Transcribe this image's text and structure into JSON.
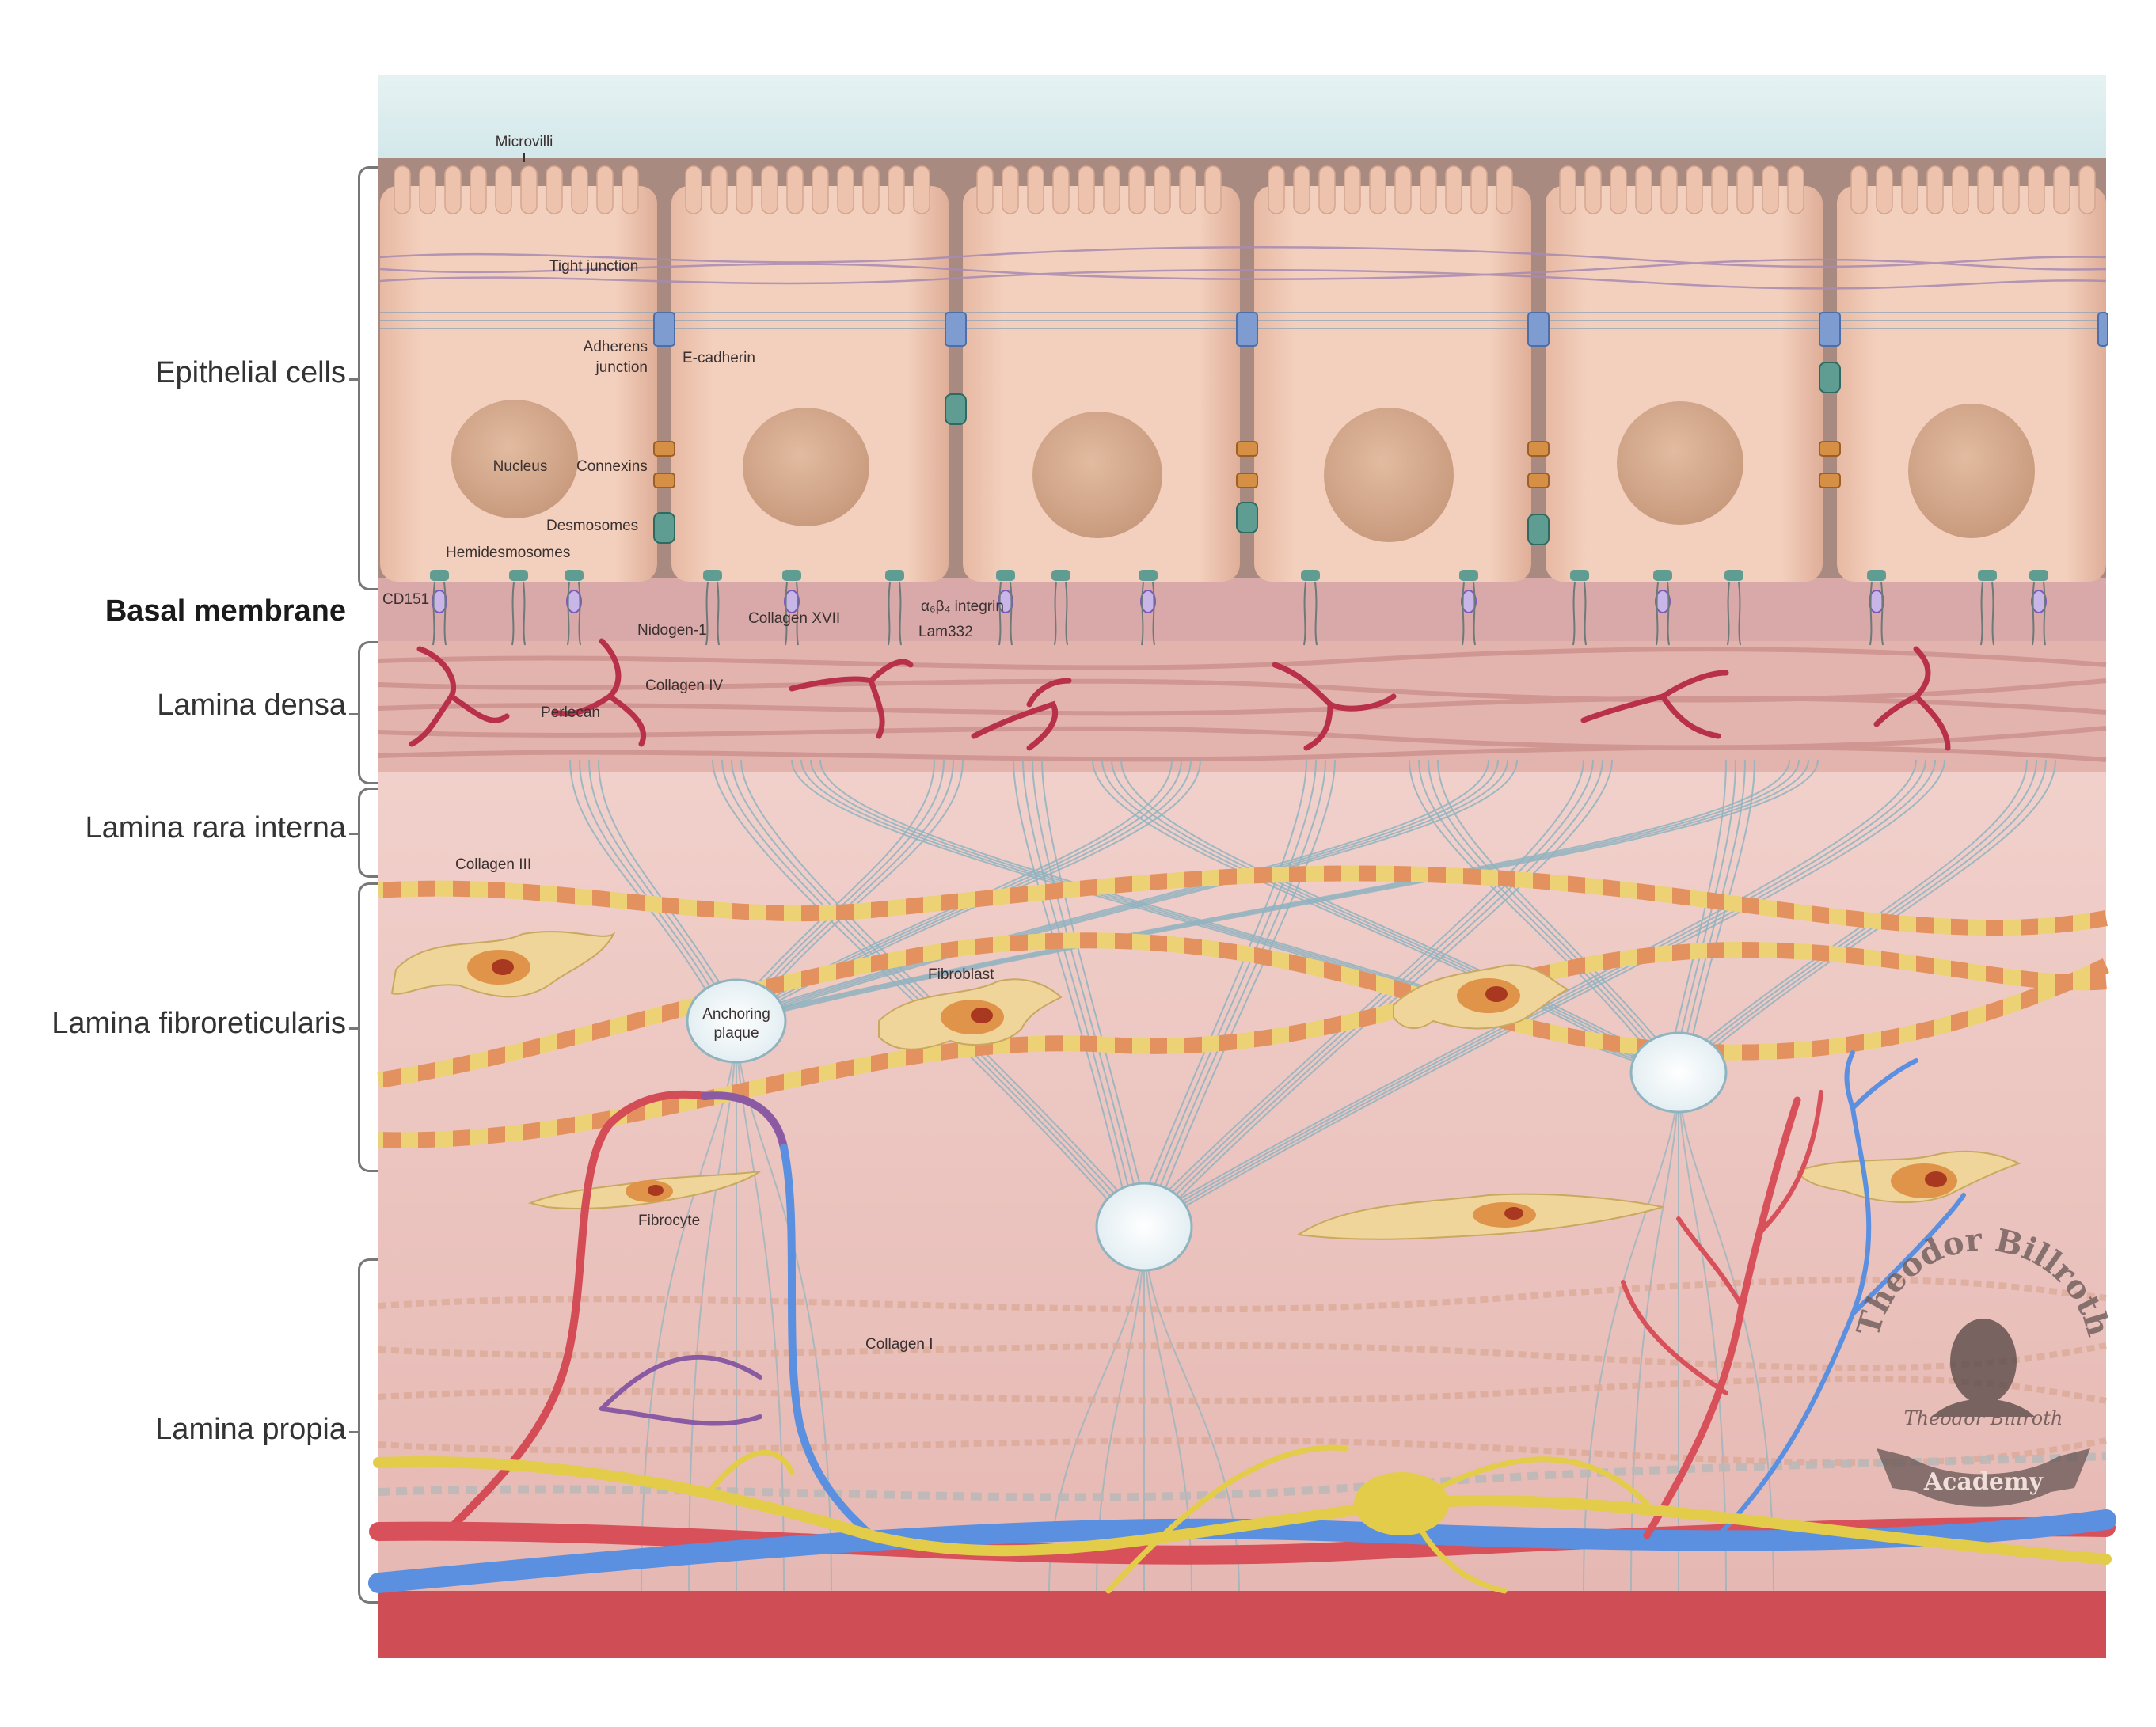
{
  "layers": {
    "epithelial_cells": "Epithelial cells",
    "basal_membrane": "Basal membrane",
    "lamina_densa": "Lamina densa",
    "lamina_rara_interna": "Lamina rara interna",
    "lamina_fibroreticularis": "Lamina fibroreticularis",
    "lamina_propia": "Lamina propia"
  },
  "structures": {
    "microvilli": "Microvilli",
    "tight_junction": "Tight junction",
    "adherens_junction_1": "Adherens",
    "adherens_junction_2": "junction",
    "e_cadherin": "E-cadherin",
    "nucleus": "Nucleus",
    "connexins": "Connexins",
    "desmosomes": "Desmosomes",
    "hemidesmosomes": "Hemidesmosomes",
    "cd151": "CD151",
    "collagen_xvii": "Collagen XVII",
    "integrin": "α₆β₄ integrin",
    "lam332": "Lam332",
    "nidogen": "Nidogen-1",
    "collagen_iv": "Collagen IV",
    "perlecan": "Perlecan",
    "collagen_iii": "Collagen III",
    "fibroblast": "Fibroblast",
    "anchoring_plaque_1": "Anchoring",
    "anchoring_plaque_2": "plaque",
    "fibrocyte": "Fibrocyte",
    "collagen_i": "Collagen I"
  },
  "watermark": {
    "arc_text": "Theodor Billroth",
    "banner_text": "Academy",
    "signature": "Theodor Billroth"
  },
  "colors": {
    "lumen": "#d8ecee",
    "cell": "#f0c9b4",
    "nucleus": "#d8a88a",
    "basal": "#d9a6a6",
    "connective": "#efc9c5",
    "collagen_iii_a": "#e09a6e",
    "collagen_iii_b": "#e8cf6a",
    "anchoring_fibril": "#8fb3bf",
    "artery": "#d8505a",
    "vein": "#5b8fe0",
    "nerve": "#e2cc4a",
    "muscle": "#d4545a"
  }
}
